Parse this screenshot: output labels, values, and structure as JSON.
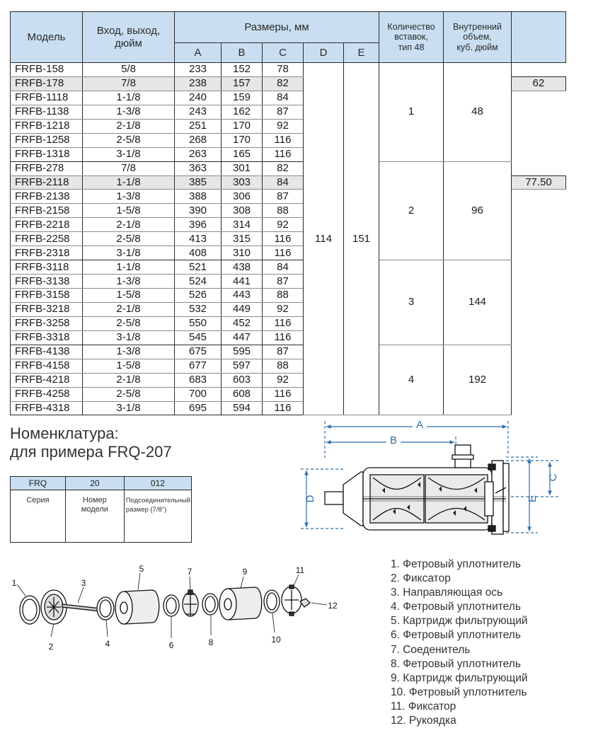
{
  "table": {
    "h_model": "Модель",
    "h_inout_1": "Вход, выход,",
    "h_inout_2": "дюйм",
    "h_dims": "Размеры, мм",
    "h_a": "A",
    "h_b": "B",
    "h_c": "C",
    "h_d": "D",
    "h_e": "E",
    "h_qty_1": "Количество",
    "h_qty_2": "вставок,",
    "h_qty_3": "тип 48",
    "h_vol_1": "Внутренний",
    "h_vol_2": "объем,",
    "h_vol_3": "куб. дюйм",
    "d_value": "114",
    "e_value": "151",
    "groups": [
      {
        "qty": "1",
        "vol": "48"
      },
      {
        "qty": "2",
        "vol": "96"
      },
      {
        "qty": "3",
        "vol": "144"
      },
      {
        "qty": "4",
        "vol": "192"
      }
    ],
    "extra": [
      "62",
      "77.50"
    ],
    "rows": [
      {
        "model": "FRFB-158",
        "inout": "5/8",
        "a": "233",
        "b": "152",
        "c": "78"
      },
      {
        "model": "FRFB-178",
        "inout": "7/8",
        "a": "238",
        "b": "157",
        "c": "82"
      },
      {
        "model": "FRFB-1118",
        "inout": "1-1/8",
        "a": "240",
        "b": "159",
        "c": "84"
      },
      {
        "model": "FRFB-1138",
        "inout": "1-3/8",
        "a": "243",
        "b": "162",
        "c": "87"
      },
      {
        "model": "FRFB-1218",
        "inout": "2-1/8",
        "a": "251",
        "b": "170",
        "c": "92"
      },
      {
        "model": "FRFB-1258",
        "inout": "2-5/8",
        "a": "268",
        "b": "170",
        "c": "116"
      },
      {
        "model": "FRFB-1318",
        "inout": "3-1/8",
        "a": "263",
        "b": "165",
        "c": "116"
      },
      {
        "model": "FRFB-278",
        "inout": "7/8",
        "a": "363",
        "b": "301",
        "c": "82"
      },
      {
        "model": "FRFB-2118",
        "inout": "1-1/8",
        "a": "385",
        "b": "303",
        "c": "84"
      },
      {
        "model": "FRFB-2138",
        "inout": "1-3/8",
        "a": "388",
        "b": "306",
        "c": "87"
      },
      {
        "model": "FRFB-2158",
        "inout": "1-5/8",
        "a": "390",
        "b": "308",
        "c": "88"
      },
      {
        "model": "FRFB-2218",
        "inout": "2-1/8",
        "a": "396",
        "b": "314",
        "c": "92"
      },
      {
        "model": "FRFB-2258",
        "inout": "2-5/8",
        "a": "413",
        "b": "315",
        "c": "116"
      },
      {
        "model": "FRFB-2318",
        "inout": "3-1/8",
        "a": "408",
        "b": "310",
        "c": "116"
      },
      {
        "model": "FRFB-3118",
        "inout": "1-1/8",
        "a": "521",
        "b": "438",
        "c": "84"
      },
      {
        "model": "FRFB-3138",
        "inout": "1-3/8",
        "a": "524",
        "b": "441",
        "c": "87"
      },
      {
        "model": "FRFB-3158",
        "inout": "1-5/8",
        "a": "526",
        "b": "443",
        "c": "88"
      },
      {
        "model": "FRFB-3218",
        "inout": "2-1/8",
        "a": "532",
        "b": "449",
        "c": "92"
      },
      {
        "model": "FRFB-3258",
        "inout": "2-5/8",
        "a": "550",
        "b": "452",
        "c": "116"
      },
      {
        "model": "FRFB-3318",
        "inout": "3-1/8",
        "a": "545",
        "b": "447",
        "c": "116"
      },
      {
        "model": "FRFB-4138",
        "inout": "1-3/8",
        "a": "675",
        "b": "595",
        "c": "87"
      },
      {
        "model": "FRFB-4158",
        "inout": "1-5/8",
        "a": "677",
        "b": "597",
        "c": "88"
      },
      {
        "model": "FRFB-4218",
        "inout": "2-1/8",
        "a": "683",
        "b": "603",
        "c": "92"
      },
      {
        "model": "FRFB-4258",
        "inout": "2-5/8",
        "a": "700",
        "b": "608",
        "c": "116"
      },
      {
        "model": "FRFB-4318",
        "inout": "3-1/8",
        "a": "695",
        "b": "594",
        "c": "116"
      }
    ]
  },
  "nomenclature": {
    "title_1": "Номенклатура:",
    "title_2": "для примера FRQ-207",
    "h_series": "FRQ",
    "h_model": "20",
    "h_size": "012",
    "series": "Серия",
    "model_1": "Номер",
    "model_2": "модели",
    "size_1": "Подсоединительный",
    "size_2": "размер (7/8\")"
  },
  "diagram": {
    "label_a": "A",
    "label_b": "B",
    "label_c": "C",
    "label_d": "D",
    "label_e": "E"
  },
  "parts": {
    "numbers": [
      "1",
      "2",
      "3",
      "4",
      "5",
      "6",
      "7",
      "8",
      "9",
      "10",
      "11",
      "12"
    ],
    "legend": [
      "1. Фетровый уплотнитель",
      "2. Фиксатор",
      "3. Направляющая ось",
      "4. Фетровый уплотнитель",
      "5. Картридж фильтрующий",
      "6. Фетровый уплотнитель",
      "7. Соеденитель",
      "8. Фетровый уплотнитель",
      "9. Картридж фильтрующий",
      "10. Фетровый уплотнитель",
      "11. Фиксатор",
      "12. Рукоядка"
    ]
  }
}
